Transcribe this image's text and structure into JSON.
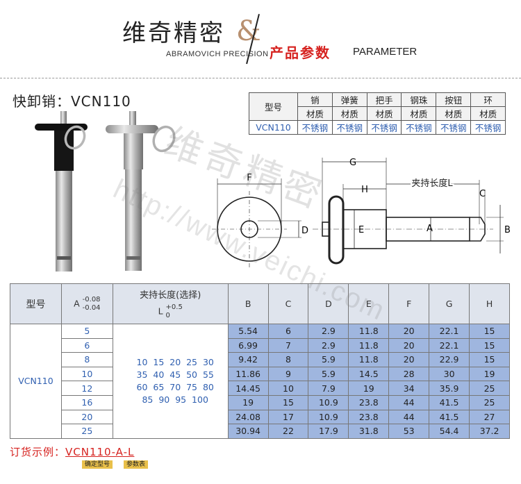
{
  "header": {
    "brand_cn": "维奇精密",
    "ampersand": "&",
    "brand_en": "ABRAMOVICH PRECISION",
    "param_cn": "产品参数",
    "param_en": "PARAMETER"
  },
  "product_title": "快卸销：VCN110",
  "material_table": {
    "model_label": "型号",
    "parts": [
      "销",
      "弹簧",
      "把手",
      "钢珠",
      "按钮",
      "环"
    ],
    "material_label": "材质",
    "model": "VCN110",
    "materials": [
      "不锈钢",
      "不锈钢",
      "不锈钢",
      "不锈钢",
      "不锈钢",
      "不锈钢"
    ]
  },
  "diagram": {
    "labels": {
      "G": "G",
      "H": "H",
      "L": "夹持长度L",
      "C": "C",
      "F": "F",
      "D": "D",
      "E": "E",
      "A": "A",
      "B": "B"
    }
  },
  "watermark": {
    "cn": "维奇精密",
    "url": "http://www.veichi.com"
  },
  "main_table": {
    "headers": {
      "model": "型号",
      "a": "A",
      "a_tol_top": "-0.08",
      "a_tol_bottom": "-0.04",
      "l_title": "夹持长度(选择)",
      "l": "L",
      "l_tol_top": "+0.5",
      "l_tol_bottom": "0",
      "cols": [
        "B",
        "C",
        "D",
        "E",
        "F",
        "G",
        "H"
      ]
    },
    "model": "VCN110",
    "l_options": [
      "10  15  20  25  30",
      "35  40  45  50  55",
      "60  65  70  75  80",
      "85  90  95  100"
    ],
    "rows": [
      {
        "a": "5",
        "vals": [
          "5.54",
          "6",
          "2.9",
          "11.8",
          "20",
          "22.1",
          "15"
        ]
      },
      {
        "a": "6",
        "vals": [
          "6.99",
          "7",
          "2.9",
          "11.8",
          "20",
          "22.1",
          "15"
        ]
      },
      {
        "a": "8",
        "vals": [
          "9.42",
          "8",
          "5.9",
          "11.8",
          "20",
          "22.9",
          "15"
        ]
      },
      {
        "a": "10",
        "vals": [
          "11.86",
          "9",
          "5.9",
          "14.5",
          "28",
          "30",
          "19"
        ]
      },
      {
        "a": "12",
        "vals": [
          "14.45",
          "10",
          "7.9",
          "19",
          "34",
          "35.9",
          "25"
        ]
      },
      {
        "a": "16",
        "vals": [
          "19",
          "15",
          "10.9",
          "23.8",
          "44",
          "41.5",
          "25"
        ]
      },
      {
        "a": "20",
        "vals": [
          "24.08",
          "17",
          "10.9",
          "23.8",
          "44",
          "41.5",
          "27"
        ]
      },
      {
        "a": "25",
        "vals": [
          "30.94",
          "22",
          "17.9",
          "31.8",
          "53",
          "54.4",
          "37.2"
        ]
      }
    ]
  },
  "order_example": {
    "label": "订货示例：",
    "code": "VCN110-A-L",
    "tag1": "确定型号",
    "tag2": "参数表"
  }
}
